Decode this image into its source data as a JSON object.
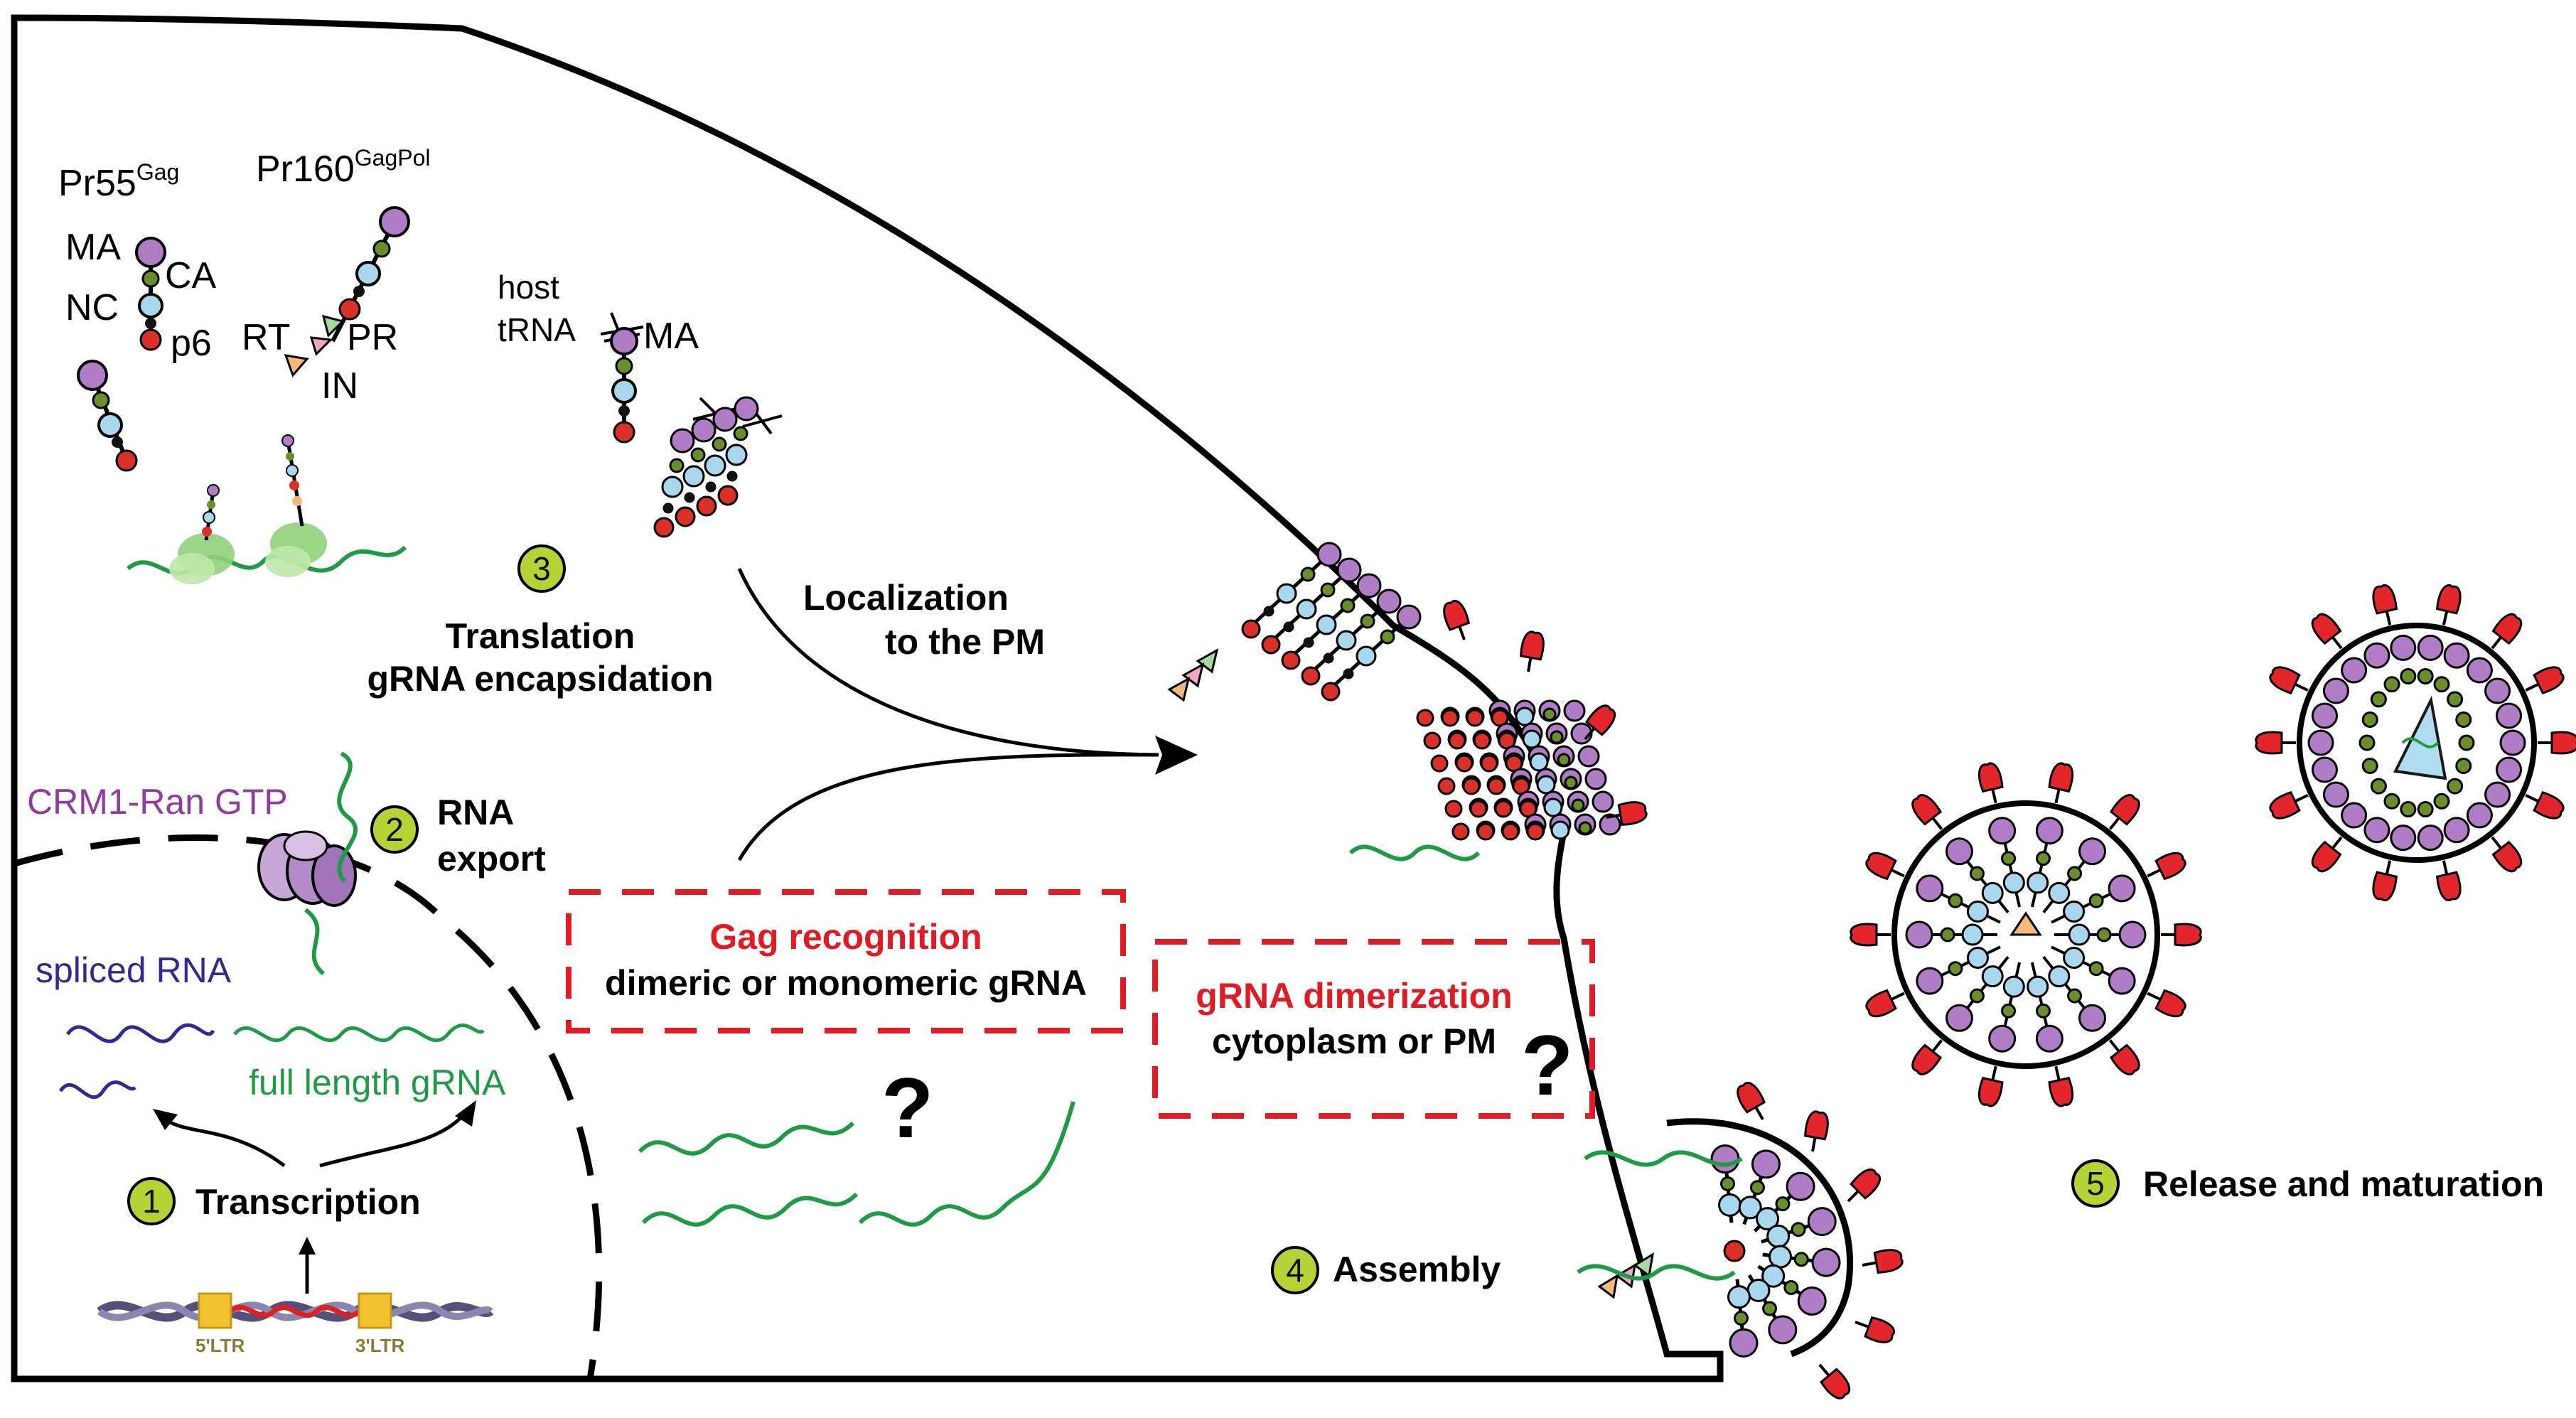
{
  "proteins": {
    "gag_base": "Pr55",
    "gag_sup": "Gag",
    "gagpol_base": "Pr160",
    "gagpol_sup": "GagPol",
    "ma": "MA",
    "ca": "CA",
    "nc": "NC",
    "p6": "p6",
    "rt": "RT",
    "pr": "PR",
    "in": "IN"
  },
  "host_trna": {
    "line1": "host",
    "line2": "tRNA",
    "ma": "MA"
  },
  "steps": [
    {
      "number": "1",
      "label": "Transcription"
    },
    {
      "number": "2",
      "label_line1": "RNA",
      "label_line2": "export"
    },
    {
      "number": "3",
      "label_line1": "Translation",
      "label_line2": "gRNA encapsidation"
    },
    {
      "number": "4",
      "label": "Assembly"
    },
    {
      "number": "5",
      "label": "Release and maturation"
    }
  ],
  "localization": {
    "line1": "Localization",
    "line2": "to the PM"
  },
  "crm1": "CRM1-Ran GTP",
  "spliced_rna": "spliced RNA",
  "full_length_grna": "full length gRNA",
  "ltr": {
    "left": "5'LTR",
    "right": "3'LTR"
  },
  "box1": {
    "title": "Gag recognition",
    "body": "dimeric or monomeric gRNA"
  },
  "box2": {
    "title": "gRNA dimerization",
    "body": "cytoplasm or PM"
  },
  "question": "?",
  "colors": {
    "ma": "#b07cc6",
    "ca": "#6a8f2a",
    "nc": "#a9d8ee",
    "p6": "#d9302a",
    "rna_green": "#1f9a45",
    "rna_blue": "#2e2b94",
    "envelope": "#e3262c",
    "step_badge": "#b5d334",
    "box_red": "#e01b24"
  }
}
